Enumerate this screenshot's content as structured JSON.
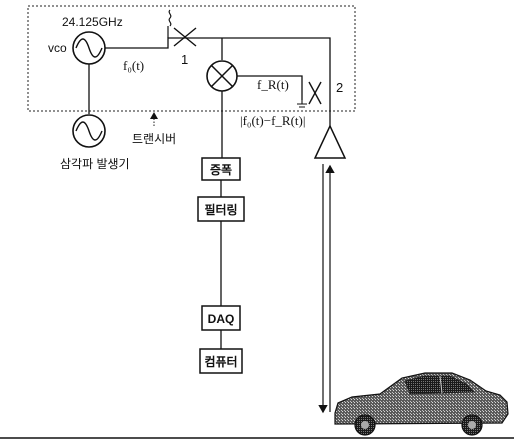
{
  "transceiver": {
    "frequency": "24.125GHz",
    "vco_label": "vco",
    "signal_label": "f₀(t)",
    "port1_label": "1",
    "port2_label": "2",
    "reflected_label": "f_R(t)",
    "beat_label": "|f₀(t)−f_R(t)|",
    "transceiver_label": "트랜시버"
  },
  "generator": {
    "label": "삼각파 발생기"
  },
  "chain": {
    "amplifier": "증폭",
    "filtering": "필터링",
    "daq": "DAQ",
    "computer": "컴퓨터"
  },
  "colors": {
    "stroke": "#111111",
    "background": "#ffffff"
  }
}
